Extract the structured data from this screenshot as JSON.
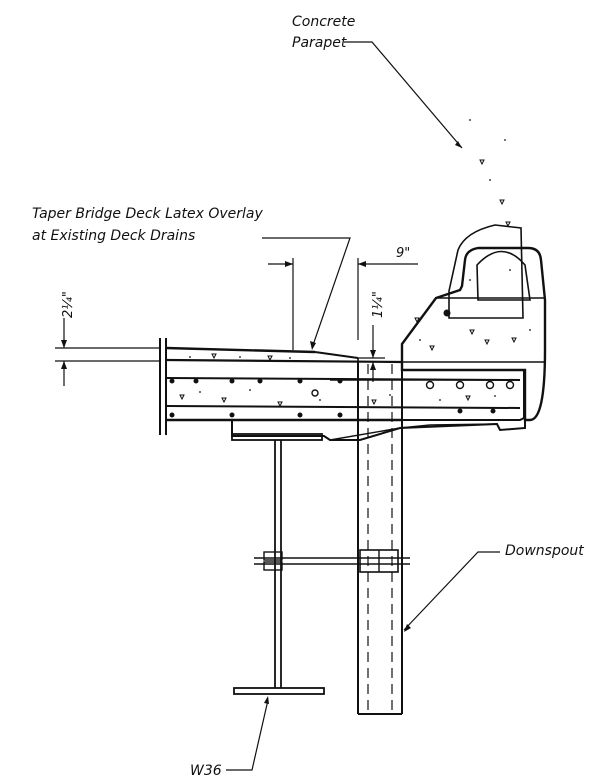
{
  "labels": {
    "concrete_parapet_line1": "Concrete",
    "concrete_parapet_line2": "Parapet",
    "taper_note_line1": "Taper Bridge Deck Latex Overlay",
    "taper_note_line2": "at Existing Deck Drains",
    "dim_9": "9\"",
    "dim_2_quarter": "2¼\"",
    "dim_1_quarter": "1¼\"",
    "downspout": "Downspout",
    "w36": "W36"
  }
}
